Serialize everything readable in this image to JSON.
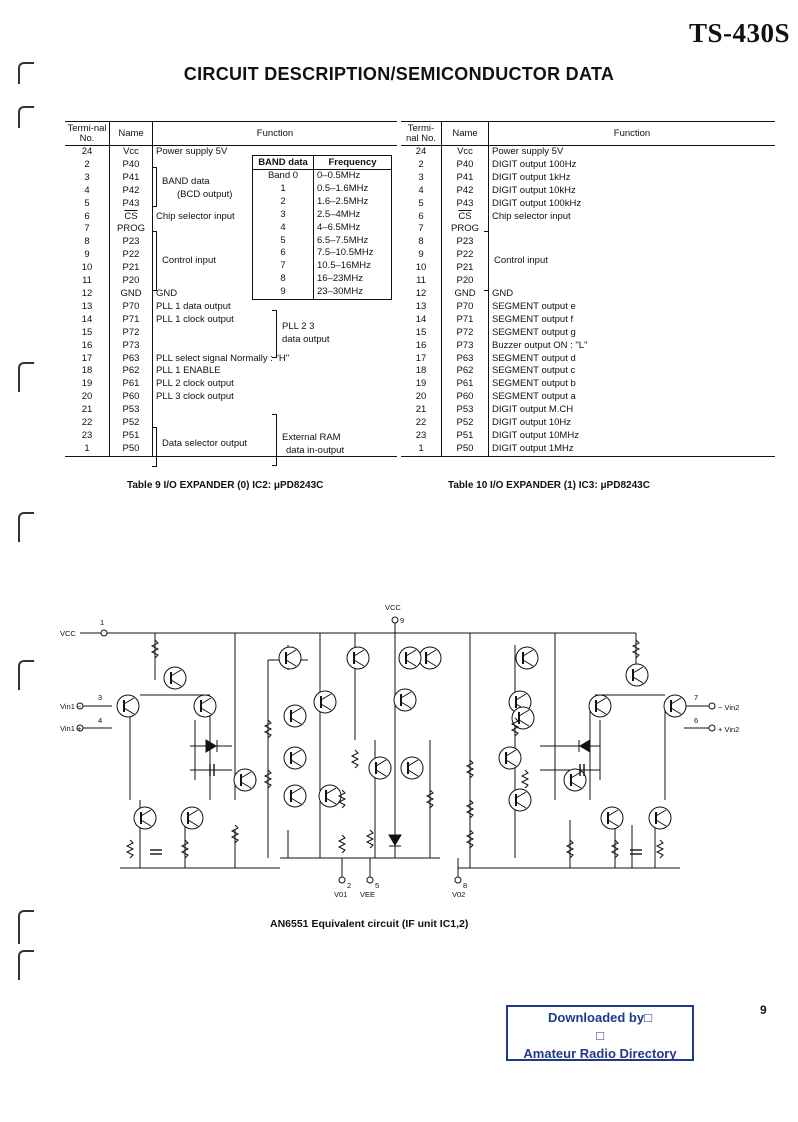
{
  "header": {
    "model": "TS-430S",
    "title": "CIRCUIT DESCRIPTION/SEMICONDUCTOR DATA"
  },
  "table9": {
    "headers": [
      "Termi-nal No.",
      "Name",
      "Function"
    ],
    "rows": [
      [
        "24",
        "Vcc",
        "Power supply 5V"
      ],
      [
        "2",
        "P40",
        ""
      ],
      [
        "3",
        "P41",
        ""
      ],
      [
        "4",
        "P42",
        ""
      ],
      [
        "5",
        "P43",
        ""
      ],
      [
        "6",
        "CS",
        "Chip selector input"
      ],
      [
        "7",
        "PROG",
        ""
      ],
      [
        "8",
        "P23",
        ""
      ],
      [
        "9",
        "P22",
        ""
      ],
      [
        "10",
        "P21",
        ""
      ],
      [
        "11",
        "P20",
        ""
      ],
      [
        "12",
        "GND",
        "GND"
      ],
      [
        "13",
        "P70",
        "PLL 1 data output"
      ],
      [
        "14",
        "P71",
        "PLL 1 clock output"
      ],
      [
        "15",
        "P72",
        ""
      ],
      [
        "16",
        "P73",
        ""
      ],
      [
        "17",
        "P63",
        "PLL select signal  Normally : \"H\""
      ],
      [
        "18",
        "P62",
        "PLL 1 ENABLE"
      ],
      [
        "19",
        "P61",
        "PLL 2 clock output"
      ],
      [
        "20",
        "P60",
        "PLL 3 clock output"
      ],
      [
        "21",
        "P53",
        ""
      ],
      [
        "22",
        "P52",
        ""
      ],
      [
        "23",
        "P51",
        ""
      ],
      [
        "1",
        "P50",
        ""
      ]
    ],
    "group_labels": {
      "band_data": "BAND data",
      "bcd_output": "(BCD output)",
      "control_input": "Control input",
      "pll23": "PLL 2 3",
      "pll23_sub": "data output",
      "data_selector": "Data selector output",
      "ext_ram": "External RAM",
      "ext_ram_sub": "data in-output"
    },
    "band_table": {
      "headers": [
        "BAND data",
        "Frequency"
      ],
      "rows": [
        [
          "Band 0",
          "0–0.5MHz"
        ],
        [
          "1",
          "0.5–1.6MHz"
        ],
        [
          "2",
          "1.6–2.5MHz"
        ],
        [
          "3",
          "2.5–4MHz"
        ],
        [
          "4",
          "4–6.5MHz"
        ],
        [
          "5",
          "6.5–7.5MHz"
        ],
        [
          "6",
          "7.5–10.5MHz"
        ],
        [
          "7",
          "10.5–16MHz"
        ],
        [
          "8",
          "16–23MHz"
        ],
        [
          "9",
          "23–30MHz"
        ]
      ]
    },
    "caption": "Table 9  I/O EXPANDER (0) IC2: μPD8243C"
  },
  "table10": {
    "headers": [
      "Termi-nal No.",
      "Name",
      "Function"
    ],
    "rows": [
      [
        "24",
        "Vcc",
        "Power supply 5V"
      ],
      [
        "2",
        "P40",
        "DIGIT output 100Hz"
      ],
      [
        "3",
        "P41",
        "DIGIT output    1kHz"
      ],
      [
        "4",
        "P42",
        "DIGIT output   10kHz"
      ],
      [
        "5",
        "P43",
        "DIGIT output 100kHz"
      ],
      [
        "6",
        "CS",
        "Chip selector input"
      ],
      [
        "7",
        "PROG",
        ""
      ],
      [
        "8",
        "P23",
        ""
      ],
      [
        "9",
        "P22",
        ""
      ],
      [
        "10",
        "P21",
        ""
      ],
      [
        "11",
        "P20",
        ""
      ],
      [
        "12",
        "GND",
        "GND"
      ],
      [
        "13",
        "P70",
        "SEGMENT output e"
      ],
      [
        "14",
        "P71",
        "SEGMENT output f"
      ],
      [
        "15",
        "P72",
        "SEGMENT output g"
      ],
      [
        "16",
        "P73",
        "Buzzer output  ON : \"L\""
      ],
      [
        "17",
        "P63",
        "SEGMENT output d"
      ],
      [
        "18",
        "P62",
        "SEGMENT output c"
      ],
      [
        "19",
        "P61",
        "SEGMENT output b"
      ],
      [
        "20",
        "P60",
        "SEGMENT output a"
      ],
      [
        "21",
        "P53",
        "DIGIT output   M.CH"
      ],
      [
        "22",
        "P52",
        "DIGIT output   10Hz"
      ],
      [
        "23",
        "P51",
        "DIGIT output   10MHz"
      ],
      [
        "1",
        "P50",
        "DIGIT output   1MHz"
      ]
    ],
    "group_labels": {
      "control_input": "Control input"
    },
    "caption": "Table 10  I/O EXPANDER (1) IC3: μPD8243C"
  },
  "circuit": {
    "caption": "AN6551 Equivalent circuit (IF unit IC1,2)",
    "pins": {
      "vcc1": "VCC",
      "vcc9": "VCC",
      "vin1m": "Vin1 −",
      "vin1p": "Vin1 +",
      "vin2m": "− Vin2",
      "vin2p": "+ Vin2",
      "v01": "V01",
      "vee": "VEE",
      "v02": "V02"
    },
    "pin_numbers": [
      "1",
      "3",
      "4",
      "9",
      "7",
      "6",
      "2",
      "5",
      "8"
    ]
  },
  "footer": {
    "download_line1": "Downloaded by□",
    "download_line2": "□",
    "download_line3": "Amateur Radio Directory",
    "page_number": "9"
  }
}
